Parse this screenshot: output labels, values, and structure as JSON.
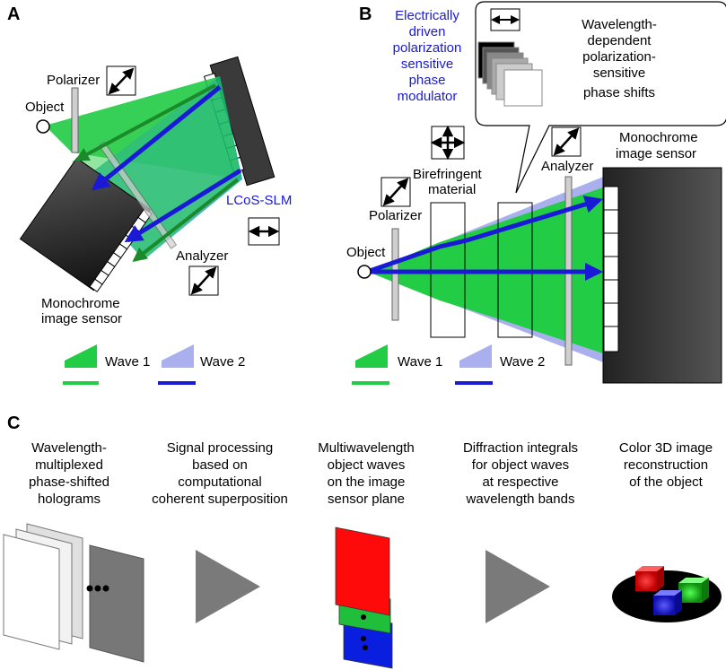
{
  "panels": {
    "a": {
      "letter": "A",
      "polarizer": "Polarizer",
      "object": "Object",
      "lcos": "LCoS-SLM",
      "analyzer": "Analyzer",
      "sensor_line1": "Monochrome",
      "sensor_line2": "image sensor",
      "wave1": "Wave 1",
      "wave2": "Wave 2"
    },
    "b": {
      "letter": "B",
      "modulator_lines": [
        "Electrically",
        "driven",
        "polarization",
        "sensitive",
        "phase",
        "modulator"
      ],
      "callout_lines": [
        "Wavelength-",
        "dependent",
        "polarization-",
        "sensitive",
        "phase shifts"
      ],
      "birefringent_line1": "Birefringent",
      "birefringent_line2": "material",
      "polarizer": "Polarizer",
      "analyzer": "Analyzer",
      "object": "Object",
      "sensor_line1": "Monochrome",
      "sensor_line2": "image sensor",
      "wave1": "Wave 1",
      "wave2": "Wave 2"
    },
    "c": {
      "letter": "C",
      "step1": [
        "Wavelength-",
        "multiplexed",
        "phase-shifted",
        "holograms"
      ],
      "step2": [
        "Signal processing",
        "based on",
        "computational",
        "coherent superposition"
      ],
      "step3": [
        "Multiwavelength",
        "object waves",
        "on the image",
        "sensor plane"
      ],
      "step4": [
        "Diffraction integrals",
        "for object waves",
        "at respective",
        "wavelength bands"
      ],
      "step5": [
        "Color 3D image",
        "reconstruction",
        "of the object"
      ]
    }
  },
  "colors": {
    "wave1_green": "#22cc44",
    "wave2_lavender": "#aab0ee",
    "beam_blue": "#1a1ad6",
    "sensor_dark": "#2a2a2a",
    "step_arrow_gray": "#7a7a7a",
    "text_blue": "#1a1ad6"
  }
}
